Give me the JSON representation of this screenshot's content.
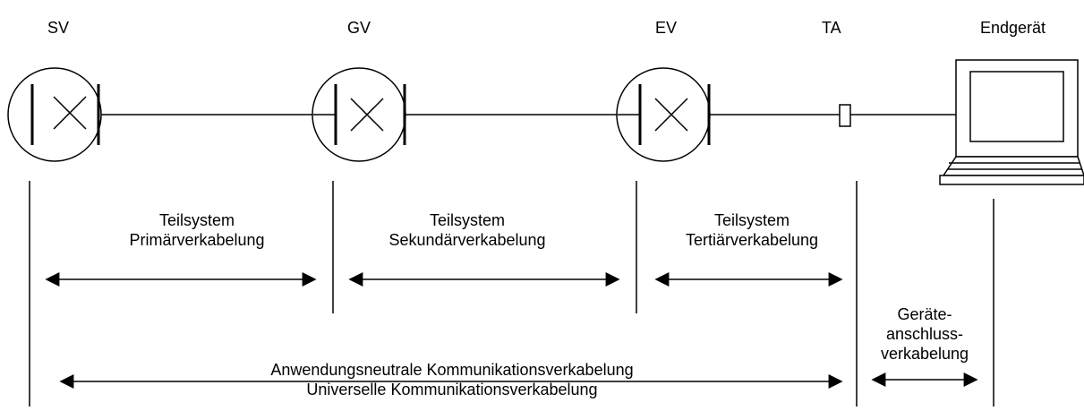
{
  "nodes": {
    "sv": "SV",
    "gv": "GV",
    "ev": "EV",
    "ta": "TA",
    "endgeraet": "Endgerät"
  },
  "subsystems": {
    "primary": {
      "line1": "Teilsystem",
      "line2": "Primärverkabelung"
    },
    "secondary": {
      "line1": "Teilsystem",
      "line2": "Sekundärverkabelung"
    },
    "tertiary": {
      "line1": "Teilsystem",
      "line2": "Tertiärverkabelung"
    },
    "device": {
      "line1": "Geräte-",
      "line2": "anschluss-",
      "line3": "verkabelung"
    }
  },
  "overall": {
    "line1": "Anwendungsneutrale Kommunikationsverkabelung",
    "line2": "Universelle Kommunikationsverkabelung"
  },
  "icons": [
    "distributor-icon",
    "outlet-icon",
    "computer-icon",
    "double-arrow-icon"
  ]
}
